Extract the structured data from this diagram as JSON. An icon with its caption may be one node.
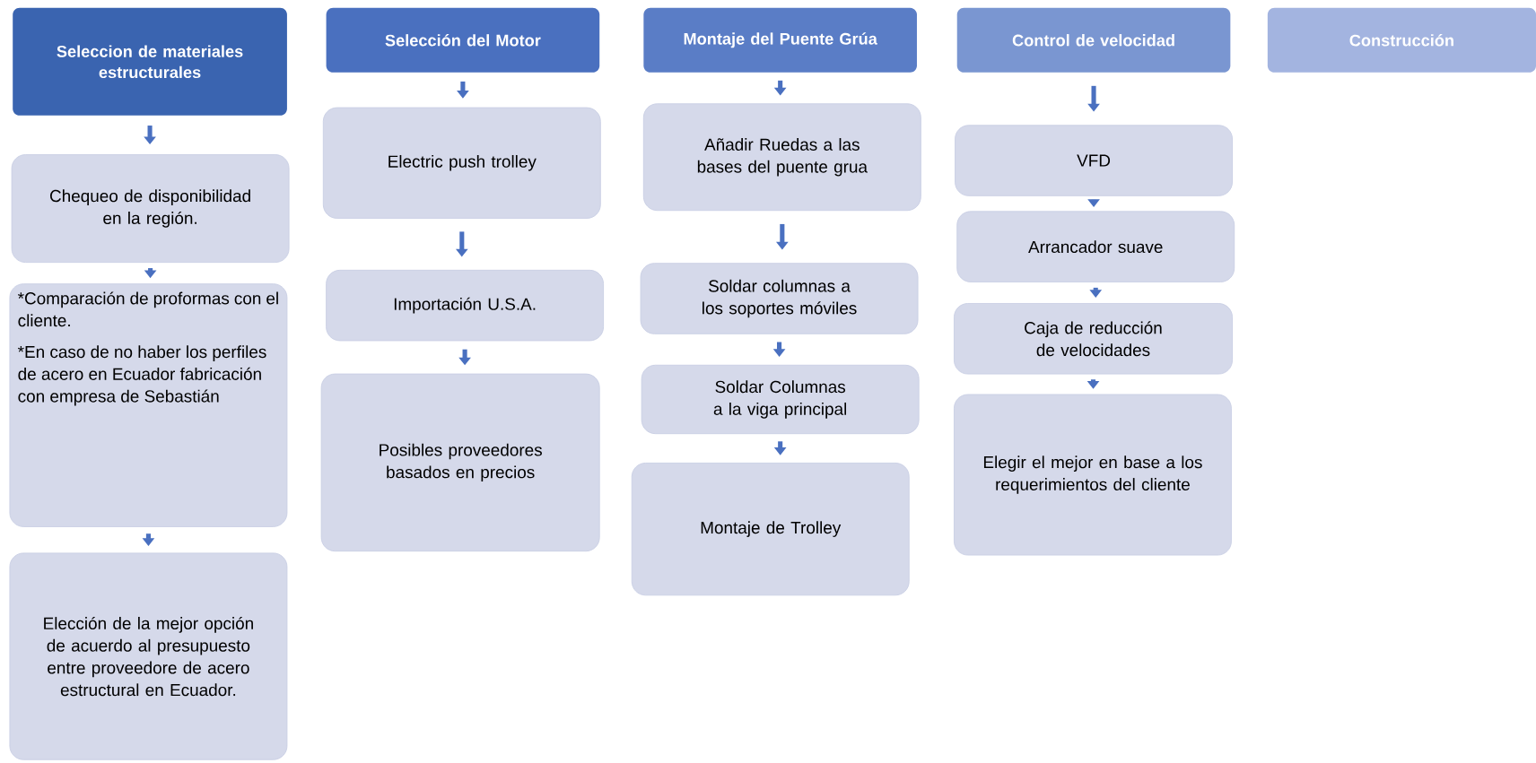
{
  "diagram": {
    "nodes": [
      {
        "text": [
          "Seleccion de materiales estructurales"
        ]
      },
      {
        "text": [
          "Chequeo de disponibilidad en la región."
        ]
      },
      {
        "text": [
          "*Comparación de proformas con el cliente.",
          "*En caso de no haber los perfiles de acero en Ecuador fabricación con empresa de Sebastián"
        ]
      },
      {
        "text": [
          "Elección de la mejor opción de acuerdo al presupuesto entre proveedore de acero estructural en Ecuador."
        ]
      },
      {
        "text": [
          "Selección del Motor"
        ]
      },
      {
        "text": [
          "Electric push trolley"
        ]
      },
      {
        "text": [
          "Importación U.S.A."
        ]
      },
      {
        "text": [
          "Posibles proveedores basados en precios"
        ]
      },
      {
        "text": [
          "Montaje del Puente Grúa"
        ]
      },
      {
        "text": [
          "Añadir Ruedas a las bases del puente grua"
        ]
      },
      {
        "text": [
          "Soldar columnas a los soportes móviles"
        ]
      },
      {
        "text": [
          "Soldar Columnas a la viga principal"
        ]
      },
      {
        "text": [
          "Montaje de Trolley"
        ]
      },
      {
        "text": [
          "Control de velocidad"
        ]
      },
      {
        "text": [
          "VFD"
        ]
      },
      {
        "text": [
          "Arrancador suave"
        ]
      },
      {
        "text": [
          "Caja de reducción de velocidades"
        ]
      },
      {
        "text": [
          "Elegir el mejor en base a los requerimientos del cliente"
        ]
      },
      {
        "text": [
          "Construcción"
        ]
      }
    ],
    "edges": [
      {
        "from": 0,
        "to": 1,
        "arrow": "to"
      },
      {
        "from": 1,
        "to": 2,
        "arrow": "to"
      },
      {
        "from": 2,
        "to": 3,
        "arrow": "to"
      },
      {
        "from": 4,
        "to": 5,
        "arrow": "to"
      },
      {
        "from": 5,
        "to": 6,
        "arrow": "to"
      },
      {
        "from": 6,
        "to": 7,
        "arrow": "to"
      },
      {
        "from": 8,
        "to": 9,
        "arrow": "to"
      },
      {
        "from": 9,
        "to": 10,
        "arrow": "to"
      },
      {
        "from": 10,
        "to": 11,
        "arrow": "to"
      },
      {
        "from": 11,
        "to": 12,
        "arrow": "to"
      },
      {
        "from": 13,
        "to": 14,
        "arrow": "to"
      },
      {
        "from": 14,
        "to": 15,
        "arrow": "to"
      },
      {
        "from": 15,
        "to": 16,
        "arrow": "to"
      },
      {
        "from": 16,
        "to": 17,
        "arrow": "to"
      }
    ]
  }
}
